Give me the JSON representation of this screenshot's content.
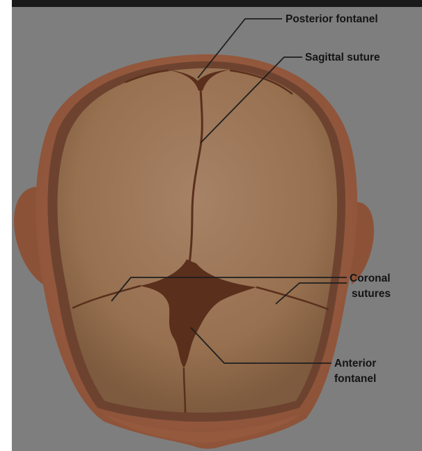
{
  "colors": {
    "background": "#7e7e7e",
    "skin": "#a56a4d",
    "bone": "#9a7458",
    "suture": "#5a2f1c",
    "label_text": "#141414",
    "leader_line": "#1f1f1f"
  },
  "labels": {
    "posterior_fontanel": "Posterior fontanel",
    "sagittal_suture": "Sagittal suture",
    "coronal_sutures_line1": "Coronal",
    "coronal_sutures_line2": "sutures",
    "anterior_fontanel_line1": "Anterior",
    "anterior_fontanel_line2": "fontanel"
  }
}
